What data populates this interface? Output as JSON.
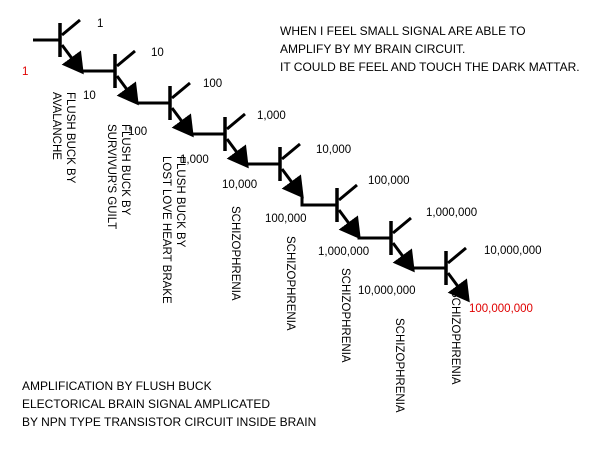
{
  "notes": {
    "top": [
      "WHEN I FEEL SMALL SIGNAL ARE ABLE TO",
      "AMPLIFY BY MY  BRAIN CIRCUIT.",
      "IT COULD BE FEEL AND TOUCH THE DARK MATTAR."
    ],
    "bottom": [
      "AMPLIFICATION BY FLUSH BUCK",
      "ELECTORICAL BRAIN SIGNAL AMPLICATED",
      "BY NPN TYPE TRANSISTOR CIRCUIT INSIDE BRAIN"
    ]
  },
  "input_gain": "1",
  "stages": [
    {
      "collector_gain": "1",
      "emitter_gain": "10",
      "cause": "FLUSH BUCK BY\nAVALANCHE"
    },
    {
      "collector_gain": "10",
      "emitter_gain": "100",
      "cause": "FLUSH BUCK BY\nSURVIVUR'S GUILT"
    },
    {
      "collector_gain": "100",
      "emitter_gain": "1,000",
      "cause": "FLUSH BUCK BY\nLOST LOVE HEART BRAKE"
    },
    {
      "collector_gain": "1,000",
      "emitter_gain": "10,000",
      "cause": "SCHIZOPHRENIA"
    },
    {
      "collector_gain": "10,000",
      "emitter_gain": "100,000",
      "cause": "SCHIZOPHRENIA"
    },
    {
      "collector_gain": "100,000",
      "emitter_gain": "1,000,000",
      "cause": "SCHIZOPHRENIA"
    },
    {
      "collector_gain": "1,000,000",
      "emitter_gain": "10,000,000",
      "cause": "SCHIZOPHRENIA"
    },
    {
      "collector_gain": "10,000,000",
      "emitter_gain": "100,000,000",
      "cause": "SCHIZOPHRENIA"
    }
  ],
  "colors": {
    "line": "#000000",
    "highlight": "#e00000",
    "text": "#000000"
  }
}
